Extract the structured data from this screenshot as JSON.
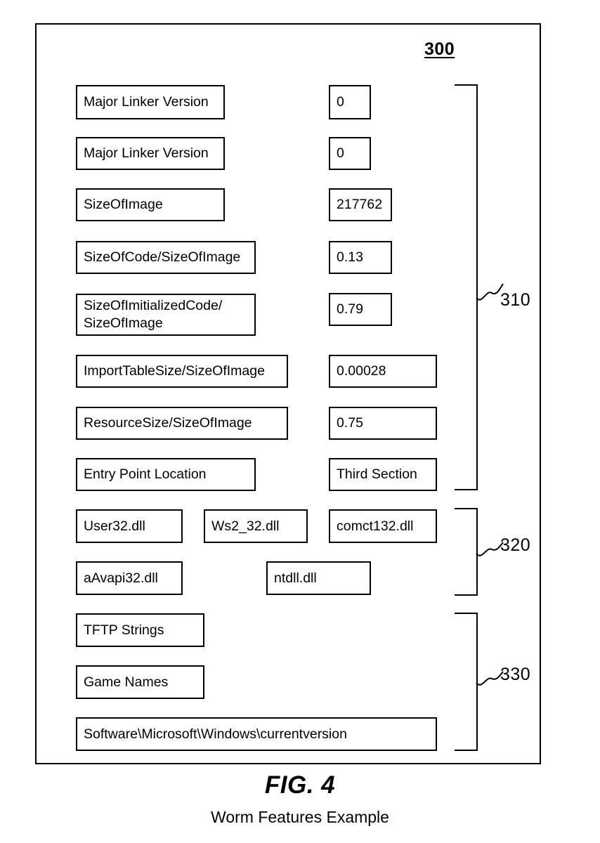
{
  "figure": {
    "reference_numeral": "300",
    "number_label": "FIG. 4",
    "caption": "Worm Features Example"
  },
  "groups": [
    {
      "id": "pe-header-features",
      "label": "310"
    },
    {
      "id": "imported-dlls",
      "label": "320"
    },
    {
      "id": "string-features",
      "label": "330"
    }
  ],
  "feature_rows": [
    {
      "label": "Major Linker Version",
      "value": "0"
    },
    {
      "label": "Major Linker Version",
      "value": "0"
    },
    {
      "label": "SizeOfImage",
      "value": "217762"
    },
    {
      "label": "SizeOfCode/SizeOfImage",
      "value": "0.13"
    },
    {
      "label": "SizeOfImitializedCode/\nSizeOfImage",
      "value": "0.79"
    },
    {
      "label": "ImportTableSize/SizeOfImage",
      "value": "0.00028"
    },
    {
      "label": "ResourceSize/SizeOfImage",
      "value": "0.75"
    },
    {
      "label": "Entry Point Location",
      "value": "Third Section"
    }
  ],
  "dll_rows": [
    [
      "User32.dll",
      "Ws2_32.dll",
      "comct132.dll"
    ],
    [
      "aAvapi32.dll",
      "ntdll.dll"
    ]
  ],
  "string_rows": [
    "TFTP Strings",
    "Game Names",
    "Software\\Microsoft\\Windows\\currentversion"
  ],
  "colors": {
    "ink": "#000000",
    "paper": "#ffffff"
  }
}
